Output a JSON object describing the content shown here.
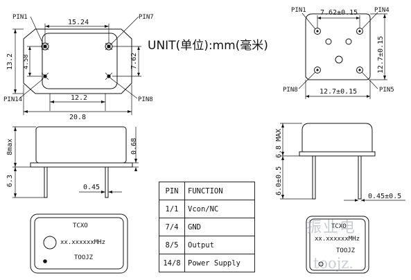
{
  "unit_label": "UNIT(单位):mm(毫米)",
  "top_view": {
    "pin_labels": [
      "PIN1",
      "PIN7",
      "PIN14",
      "PIN8"
    ],
    "dims": {
      "top_width": "15.24",
      "height": "13.2",
      "pin_gap_v": "4.58",
      "pin_gap_v_right": "7.62",
      "bottom_inner": "12.2",
      "bottom_outer": "20.8"
    }
  },
  "side_view": {
    "dims": {
      "body_height": "8max",
      "lead_length": "6.3",
      "lead_width": "0.45",
      "thickness": "0.68"
    }
  },
  "table": {
    "headers": [
      "PIN",
      "FUNCTION"
    ],
    "rows": [
      {
        "pin": "1/1",
        "function": "Vcon/NC"
      },
      {
        "pin": "7/4",
        "function": "GND"
      },
      {
        "pin": "8/5",
        "function": "Output"
      },
      {
        "pin": "14/8",
        "function": "Power Supply"
      }
    ]
  },
  "marking_left": {
    "line1": "TCXO",
    "line2": "xx.xxxxxxMHz",
    "line3": "TOOJZ"
  },
  "right_top_view": {
    "pin_labels": [
      "PIN1",
      "PIN4",
      "PIN8",
      "PIN5"
    ],
    "dims": {
      "top": "7.62±0.15",
      "side": "12.7±0.15",
      "bottom": "12.7±0.15"
    }
  },
  "right_side_view": {
    "dims": {
      "body_height": "6.8 MAX",
      "lead_length": "6.0±0.5",
      "lead_width": "0.45±0.5"
    }
  },
  "marking_right": {
    "line1": "TCXO",
    "line2": "xx.xxxxxxMHz",
    "line3": "TOOJZ"
  },
  "watermark": {
    "line1": "振业电",
    "line2": "toojz."
  }
}
